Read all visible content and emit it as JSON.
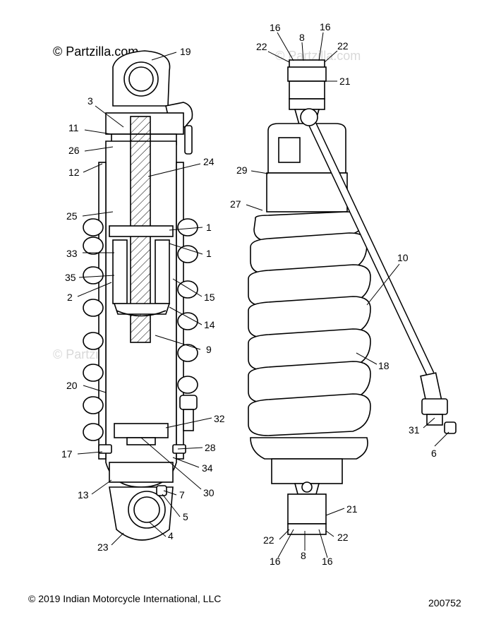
{
  "watermark": {
    "brand_main": "© Partzilla.com",
    "brand_faint": "© Partzilla.com"
  },
  "footer": {
    "copyright": "© 2019 Indian Motorcycle International, LLC",
    "figure_number": "200752"
  },
  "callouts": [
    {
      "id": "c19",
      "text": "19"
    },
    {
      "id": "c3",
      "text": "3"
    },
    {
      "id": "c11",
      "text": "11"
    },
    {
      "id": "c26",
      "text": "26"
    },
    {
      "id": "c12",
      "text": "12"
    },
    {
      "id": "c24",
      "text": "24"
    },
    {
      "id": "c25",
      "text": "25"
    },
    {
      "id": "c1a",
      "text": "1"
    },
    {
      "id": "c33",
      "text": "33"
    },
    {
      "id": "c1b",
      "text": "1"
    },
    {
      "id": "c35",
      "text": "35"
    },
    {
      "id": "c2",
      "text": "2"
    },
    {
      "id": "c15",
      "text": "15"
    },
    {
      "id": "c14",
      "text": "14"
    },
    {
      "id": "c9",
      "text": "9"
    },
    {
      "id": "c20",
      "text": "20"
    },
    {
      "id": "c32",
      "text": "32"
    },
    {
      "id": "c17",
      "text": "17"
    },
    {
      "id": "c28",
      "text": "28"
    },
    {
      "id": "c34",
      "text": "34"
    },
    {
      "id": "c13",
      "text": "13"
    },
    {
      "id": "c7",
      "text": "7"
    },
    {
      "id": "c30",
      "text": "30"
    },
    {
      "id": "c5",
      "text": "5"
    },
    {
      "id": "c4",
      "text": "4"
    },
    {
      "id": "c23",
      "text": "23"
    },
    {
      "id": "c16a",
      "text": "16"
    },
    {
      "id": "c8a",
      "text": "8"
    },
    {
      "id": "c16b",
      "text": "16"
    },
    {
      "id": "c22a",
      "text": "22"
    },
    {
      "id": "c22b",
      "text": "22"
    },
    {
      "id": "c21a",
      "text": "21"
    },
    {
      "id": "c29",
      "text": "29"
    },
    {
      "id": "c27",
      "text": "27"
    },
    {
      "id": "c10",
      "text": "10"
    },
    {
      "id": "c18",
      "text": "18"
    },
    {
      "id": "c31",
      "text": "31"
    },
    {
      "id": "c6",
      "text": "6"
    },
    {
      "id": "c21b",
      "text": "21"
    },
    {
      "id": "c22c",
      "text": "22"
    },
    {
      "id": "c22d",
      "text": "22"
    },
    {
      "id": "c16c",
      "text": "16"
    },
    {
      "id": "c8b",
      "text": "8"
    },
    {
      "id": "c16d",
      "text": "16"
    }
  ]
}
